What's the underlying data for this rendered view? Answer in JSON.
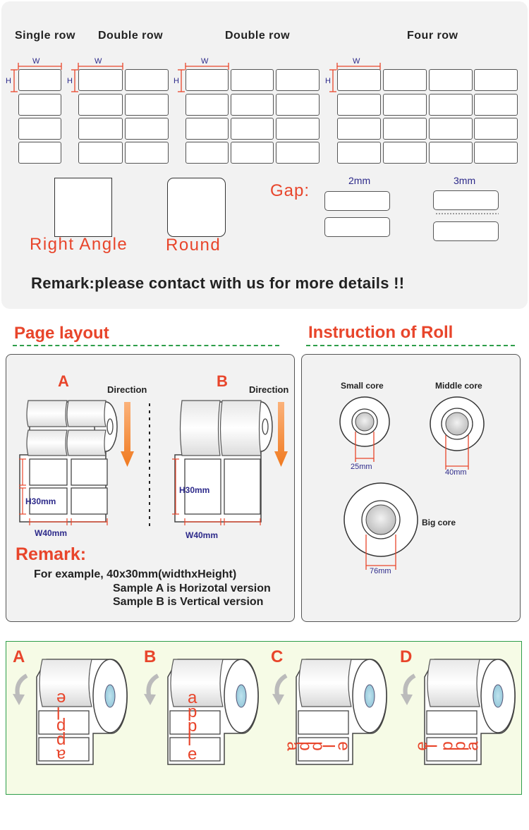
{
  "top": {
    "headers": {
      "single": "Single row",
      "double1": "Double row",
      "double2": "Double row",
      "four": "Four row"
    },
    "dim_w": "W",
    "dim_h": "H",
    "shapes": {
      "right_angle": "Right Angle",
      "round": "Round"
    },
    "gap": {
      "label": "Gap:",
      "left": "2mm",
      "right": "3mm"
    },
    "remark": "Remark:please contact with us for more details !!"
  },
  "page_layout": {
    "title": "Page layout",
    "sample_a": "A",
    "sample_b": "B",
    "direction": "Direction",
    "height_a": "H30mm",
    "width_a": "W40mm",
    "height_b": "H30mm",
    "width_b": "W40mm",
    "remark_title": "Remark:",
    "remark_line1": "For example, 40x30mm(widthxHeight)",
    "remark_line2": "Sample A is Horizotal version",
    "remark_line3": "Sample B is Vertical version"
  },
  "roll": {
    "title": "Instruction of Roll",
    "small": "Small core",
    "small_size": "25mm",
    "middle": "Middle core",
    "middle_size": "40mm",
    "big": "Big core",
    "big_size": "76mm"
  },
  "orientation": {
    "labels": [
      "A",
      "B",
      "C",
      "D"
    ],
    "text": [
      "a",
      "p",
      "p",
      "l",
      "e"
    ]
  },
  "colors": {
    "accent_red": "#e8452b",
    "arrow_orange": "#f08020",
    "divider_green": "#2e9e4a",
    "bottom_bg": "#f6fbe6"
  }
}
